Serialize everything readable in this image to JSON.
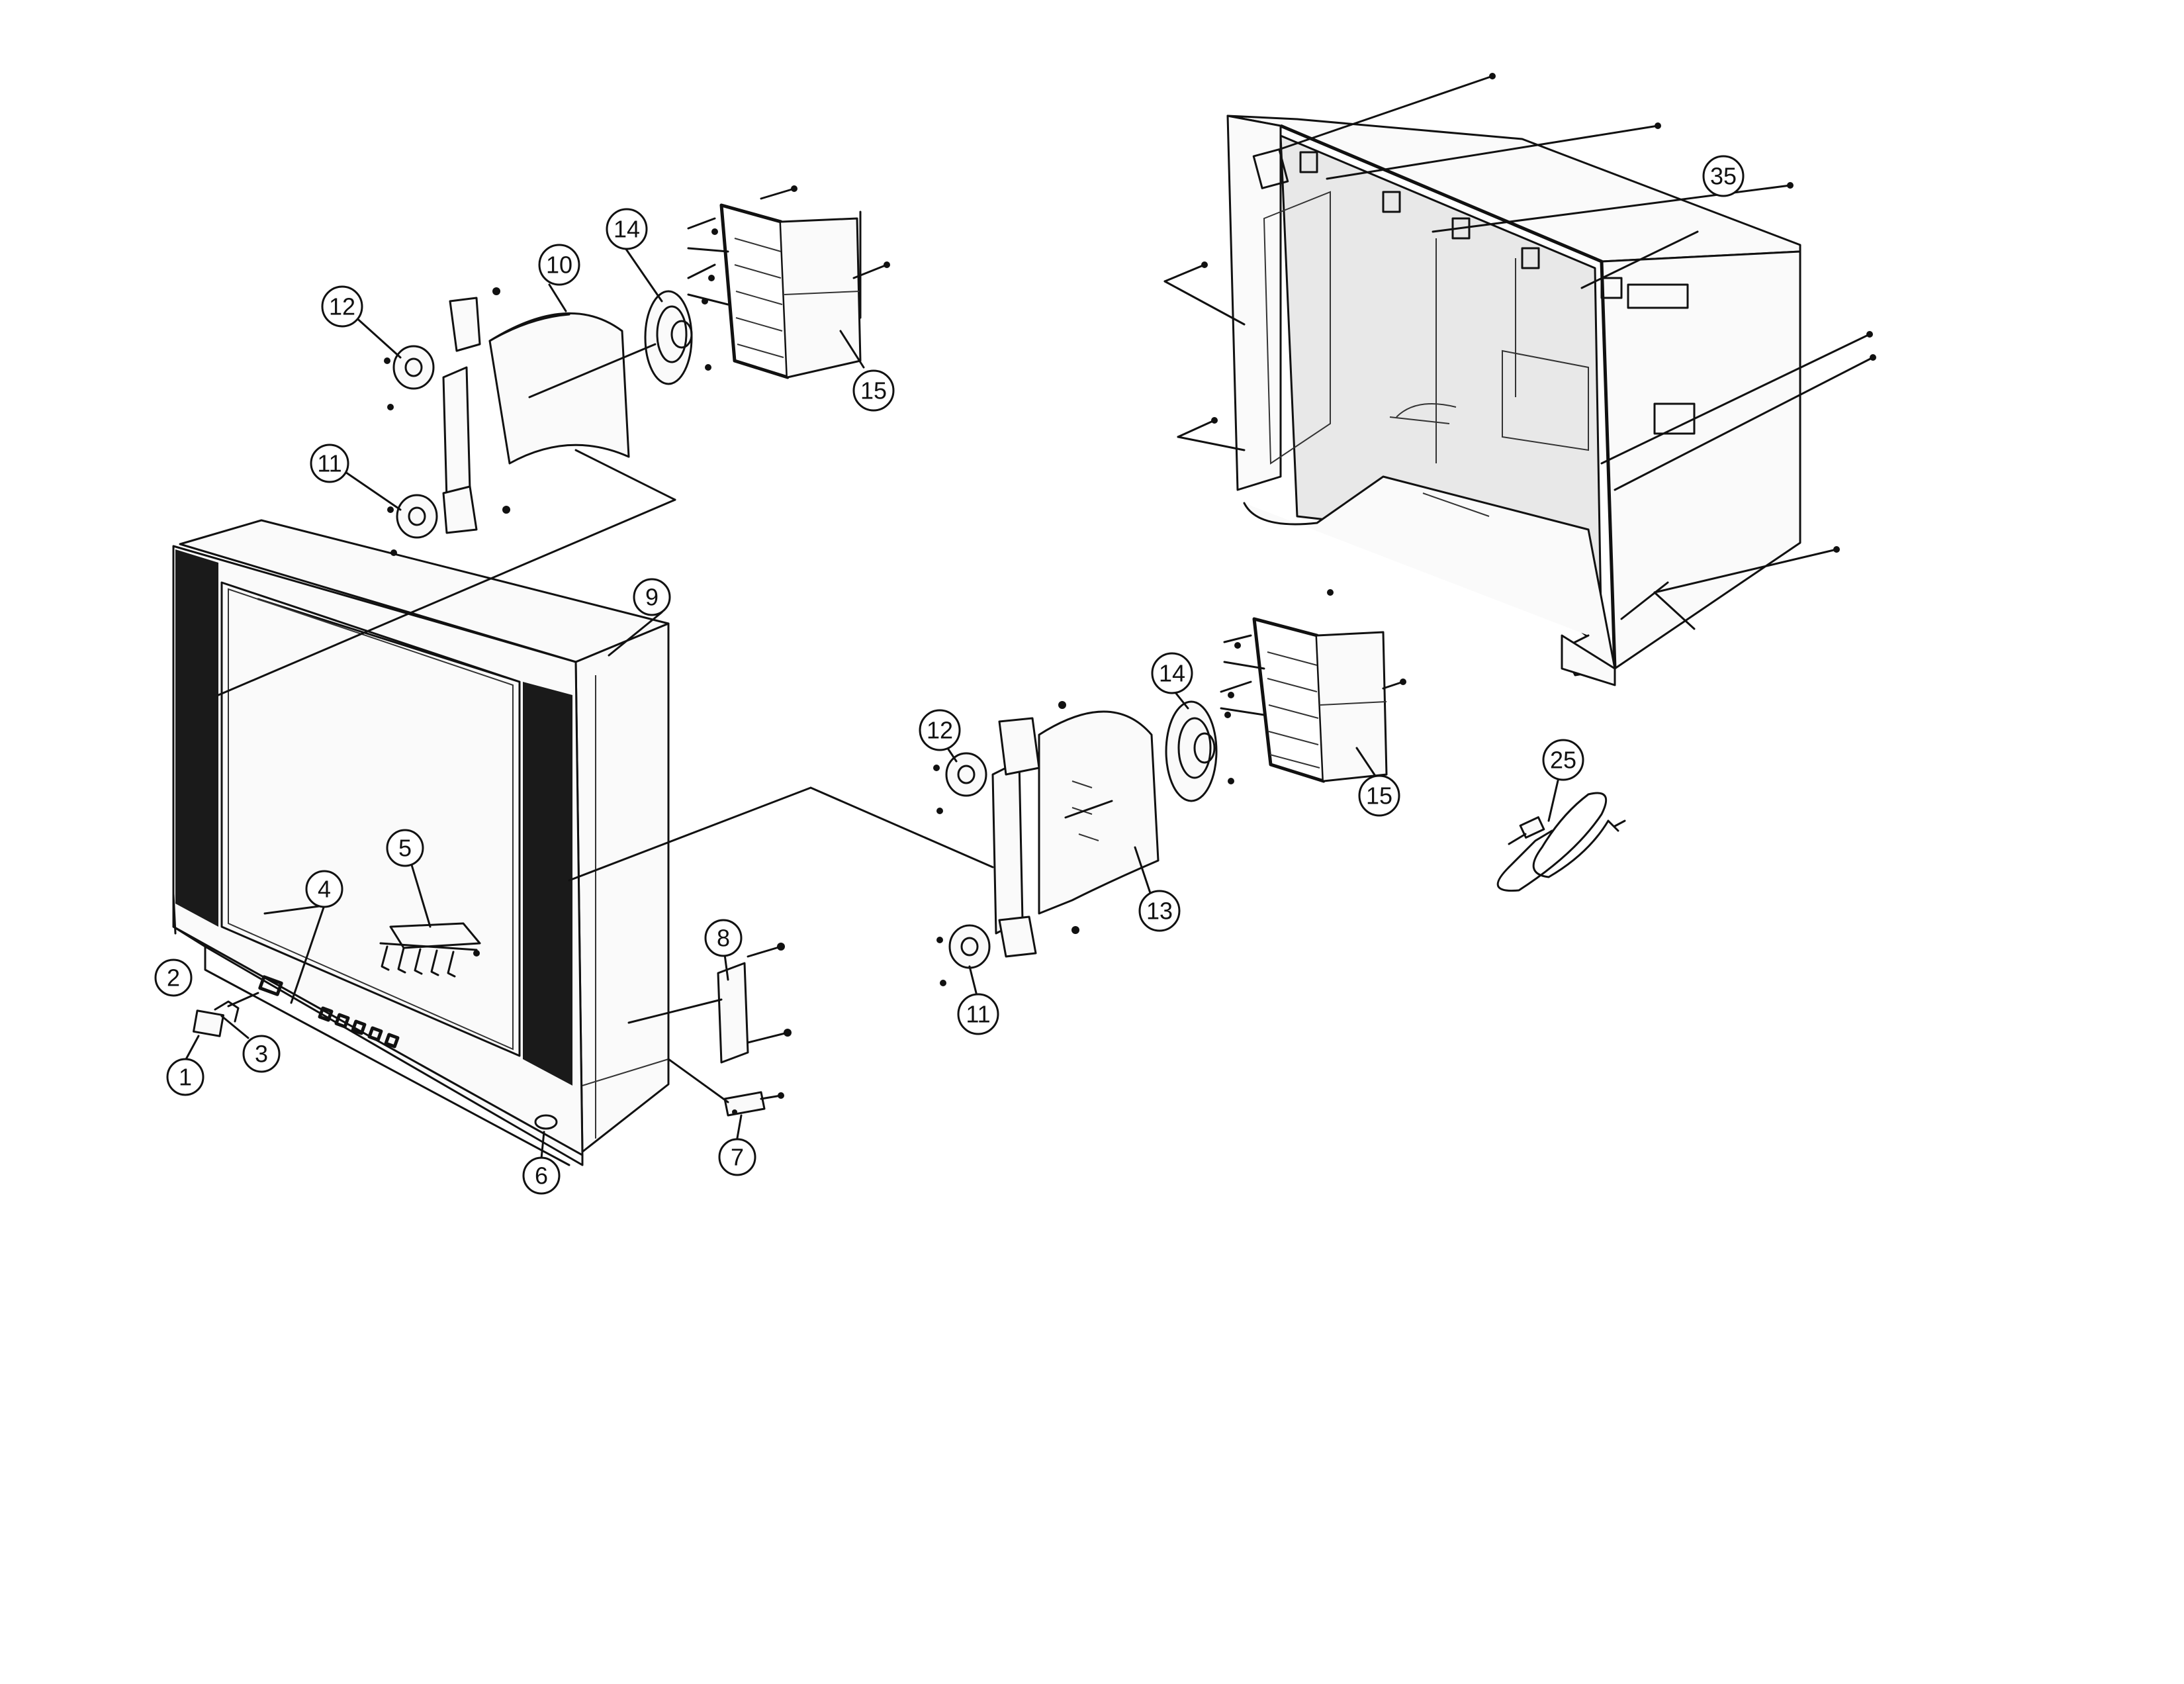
{
  "callouts": {
    "c1": "1",
    "c2": "2",
    "c3": "3",
    "c4": "4",
    "c5": "5",
    "c6": "6",
    "c7": "7",
    "c8": "8",
    "c9": "9",
    "c10": "10",
    "c11_top": "11",
    "c12_top": "12",
    "c14_top": "14",
    "c15_top": "15",
    "c11_mid": "11",
    "c12_mid": "12",
    "c13": "13",
    "c14_mid": "14",
    "c15_mid": "15",
    "c25": "25",
    "c35": "35"
  }
}
